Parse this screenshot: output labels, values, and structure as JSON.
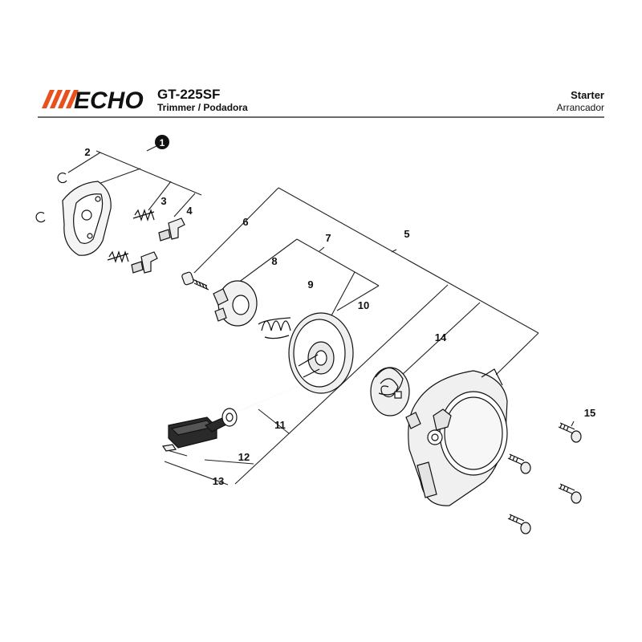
{
  "header": {
    "brand": "ECHO",
    "model": "GT-225SF",
    "subtitle": "Trimmer / Podadora",
    "section": "Starter",
    "section_es": "Arrancador"
  },
  "callouts": {
    "c1": "1",
    "c2": "2",
    "c3": "3",
    "c4": "4",
    "c5": "5",
    "c6": "6",
    "c7": "7",
    "c8": "8",
    "c9": "9",
    "c10": "10",
    "c11": "11",
    "c12": "12",
    "c13": "13",
    "c14": "14",
    "c15": "15"
  },
  "colors": {
    "brand_orange": "#e8501e",
    "ink": "#111111"
  }
}
